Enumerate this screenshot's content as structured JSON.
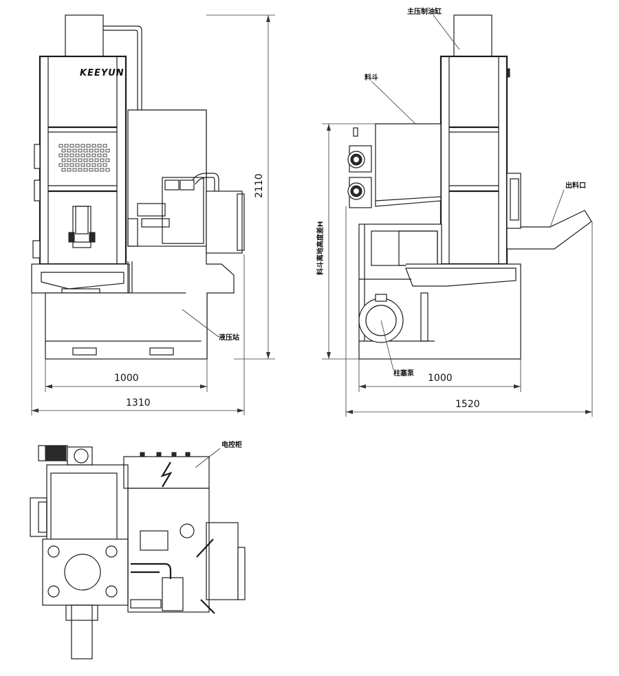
{
  "front_view": {
    "brand_logo": "KEEYUN",
    "label_hydraulic_station": "液压站",
    "dim_height": "2110",
    "dim_width_inner": "1000",
    "dim_width_outer": "1310"
  },
  "side_view": {
    "label_main_cylinder": "主压制油缸",
    "label_hopper": "料斗",
    "label_outlet": "出料口",
    "label_plunger_pump": "柱塞泵",
    "label_hopper_height": "料斗离地高度差H",
    "dim_width_inner": "1000",
    "dim_width_outer": "1520"
  },
  "top_view": {
    "label_control_cabinet": "电控柜"
  }
}
